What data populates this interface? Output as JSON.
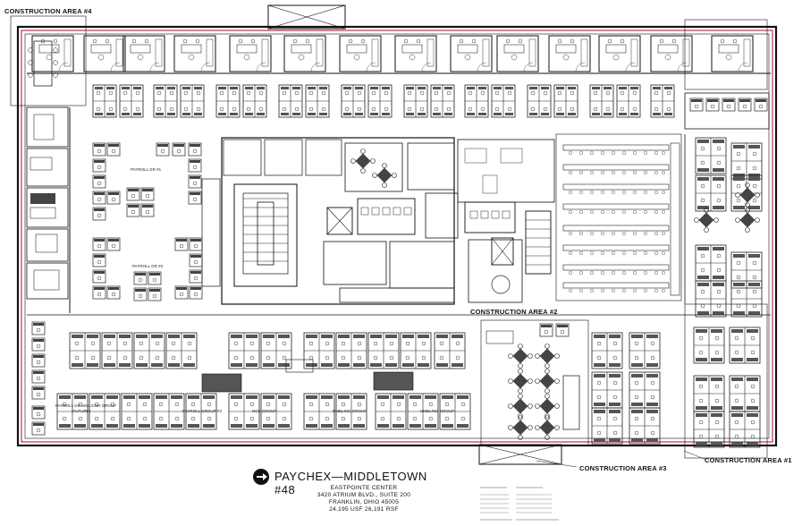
{
  "construction_areas": {
    "area4": "CONSTRUCTION AREA #4",
    "area2": "CONSTRUCTION AREA #2",
    "area3": "CONSTRUCTION AREA #3",
    "area1": "CONSTRUCTION AREA #1"
  },
  "rooms": {
    "payroll_grp1": "PAYROLL GR #1",
    "payroll_grp2": "PAYROLL GR #2",
    "payroll_grp3": "PAYROLL GROUP #3",
    "ncs_group": "NCS GROUP",
    "hmeling_group1": "HMELING GROUP",
    "hmeling_group2": "HMELING GROUP",
    "payroll_on_mailcsr": "PAYROLL ON MAIL/CSR GROUP",
    "future": "(FUTURE)"
  },
  "title_block": {
    "title": "PAYCHEX—MIDDLETOWN #48",
    "line1": "EASTPOINTE CENTER",
    "line2": "3420 ATRIUM BLVD., SUITE 200",
    "line3": "FRANKLIN, OHIO 45005",
    "line4": "24,195 USF    26,191 RSF"
  },
  "colors": {
    "wall": "#111111",
    "boundary": "#c0304a",
    "furniture": "#333333"
  }
}
